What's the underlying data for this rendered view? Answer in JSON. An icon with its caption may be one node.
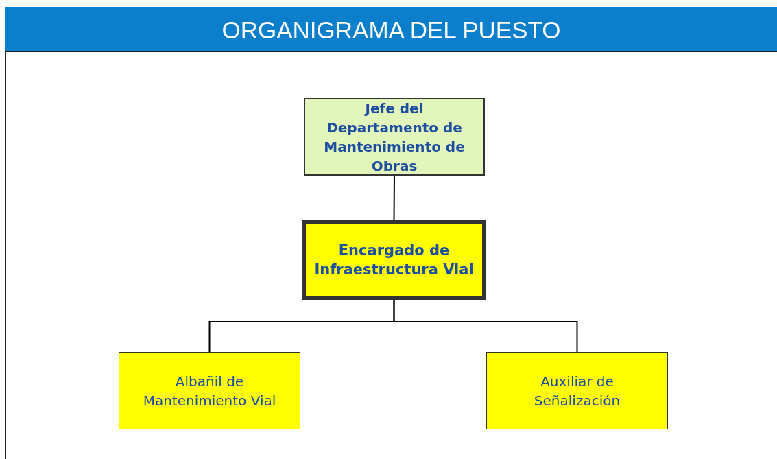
{
  "diagram": {
    "title": "ORGANIGRAMA DEL PUESTO",
    "nodes": [
      {
        "text": [
          "Jefe del Departamento de Mantenimiento de Obras"
        ]
      },
      {
        "text": [
          "Encargado de Infraestructura Vial"
        ]
      },
      {
        "text": [
          "Albañil de Mantenimiento Vial"
        ]
      },
      {
        "text": [
          "Auxiliar de Señalización"
        ]
      }
    ],
    "edges": [
      {
        "from": 0,
        "to": 1,
        "arrow": "none"
      },
      {
        "from": 1,
        "to": 2,
        "arrow": "none"
      },
      {
        "from": 1,
        "to": 3,
        "arrow": "none"
      }
    ]
  }
}
